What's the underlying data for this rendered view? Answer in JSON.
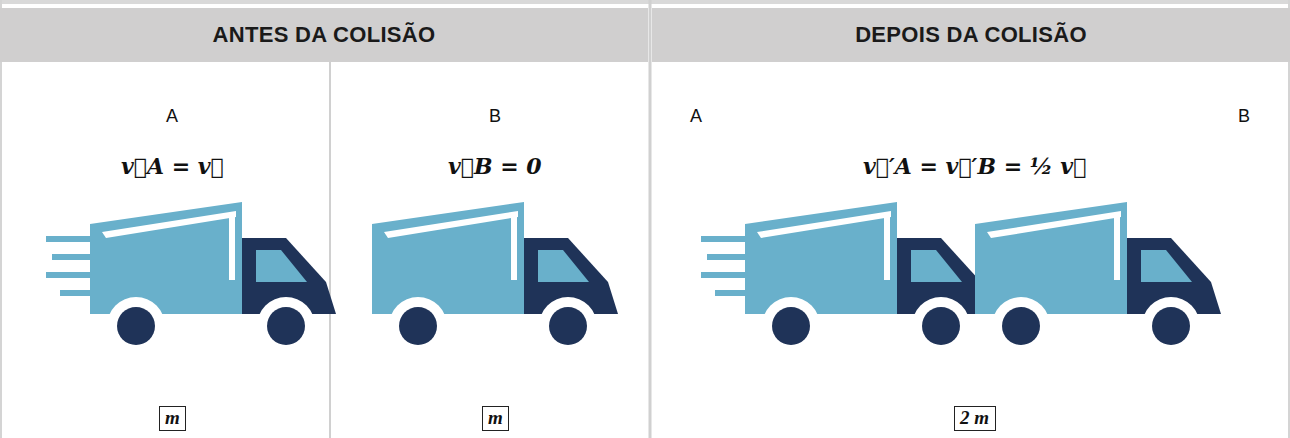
{
  "diagram": {
    "nodes": [
      {
        "text": [
          "ANTES DA COLISÃO"
        ]
      },
      {
        "text": [
          "DEPOIS DA COLISÃO"
        ]
      },
      {
        "text": [
          "m"
        ]
      },
      {
        "text": [
          "m"
        ]
      },
      {
        "text": [
          "2 m"
        ]
      }
    ],
    "labels": [
      "A",
      "B",
      "A",
      "B",
      "v⃗A = v⃗",
      "v⃗B = 0",
      "v⃗′A = v⃗′B = ½ v⃗"
    ]
  }
}
